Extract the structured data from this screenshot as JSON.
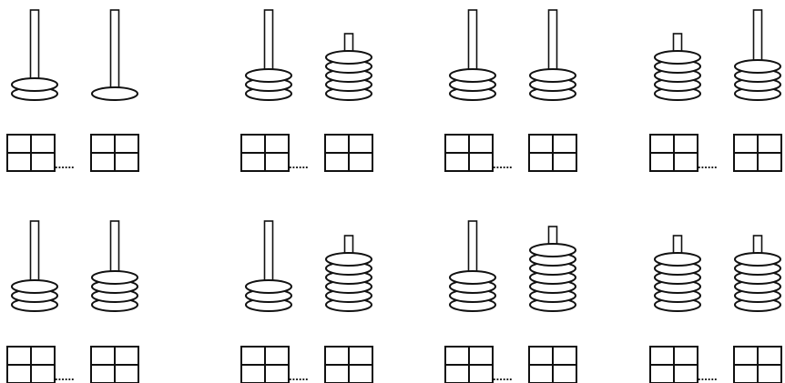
{
  "abacus_exercises": [
    {
      "tens_beads": 2,
      "ones_beads": 1
    },
    {
      "tens_beads": 3,
      "ones_beads": 5
    },
    {
      "tens_beads": 3,
      "ones_beads": 3
    },
    {
      "tens_beads": 5,
      "ones_beads": 4
    },
    {
      "tens_beads": 3,
      "ones_beads": 4
    },
    {
      "tens_beads": 3,
      "ones_beads": 6
    },
    {
      "tens_beads": 4,
      "ones_beads": 7
    },
    {
      "tens_beads": 6,
      "ones_beads": 6
    }
  ],
  "answer_blank": "......",
  "colors": {
    "stroke": "#111111",
    "background": "#ffffff"
  }
}
